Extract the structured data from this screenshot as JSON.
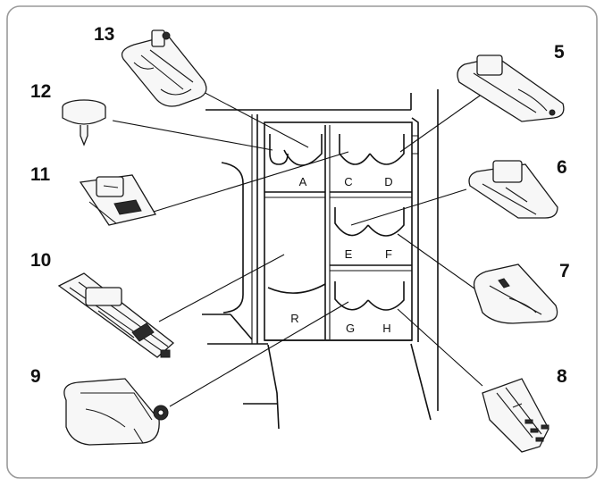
{
  "diagram": {
    "callouts": [
      {
        "id": "13",
        "label": "13",
        "target_slot": "A"
      },
      {
        "id": "12",
        "label": "12",
        "target_slot": "A"
      },
      {
        "id": "11",
        "label": "11",
        "target_slot": "C"
      },
      {
        "id": "10",
        "label": "10",
        "target_slot": "R"
      },
      {
        "id": "9",
        "label": "9",
        "target_slot": "G"
      },
      {
        "id": "5",
        "label": "5",
        "target_slot": "D"
      },
      {
        "id": "6",
        "label": "6",
        "target_slot": "E"
      },
      {
        "id": "7",
        "label": "7",
        "target_slot": "F"
      },
      {
        "id": "8",
        "label": "8",
        "target_slot": "H"
      }
    ],
    "slots": {
      "A": "A",
      "C": "C",
      "D": "D",
      "E": "E",
      "F": "F",
      "R": "R",
      "G": "G",
      "H": "H"
    }
  }
}
